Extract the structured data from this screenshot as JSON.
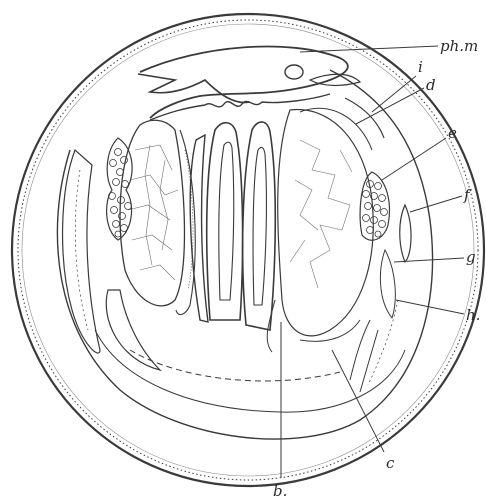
{
  "figure": {
    "labels": {
      "ph_m": "ph.m",
      "i": "i",
      "d": "d",
      "e": "e",
      "f": "f",
      "g": "g",
      "h": "h.",
      "c": "c",
      "b": "b."
    },
    "ink_color": "#3a3a3a",
    "background": "#ffffff"
  }
}
